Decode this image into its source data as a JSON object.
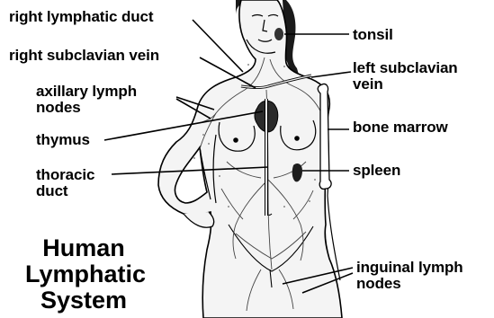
{
  "title": {
    "line1": "Human",
    "line2": "Lymphatic",
    "line3": "System"
  },
  "labels": {
    "right_lymphatic_duct": "right lymphatic duct",
    "right_subclavian_vein": "right subclavian vein",
    "axillary_lymph_nodes_1": "axillary lymph",
    "axillary_lymph_nodes_2": "nodes",
    "thymus": "thymus",
    "thoracic_duct_1": "thoracic",
    "thoracic_duct_2": "duct",
    "tonsil": "tonsil",
    "left_subclavian_vein_1": "left subclavian",
    "left_subclavian_vein_2": "vein",
    "bone_marrow": "bone marrow",
    "spleen": "spleen",
    "inguinal_lymph_nodes_1": "inguinal lymph",
    "inguinal_lymph_nodes_2": "nodes"
  },
  "colors": {
    "ink": "#000000",
    "skin": "#f4f4f4",
    "shade": "#b8b8b8",
    "hair": "#1a1a1a"
  }
}
